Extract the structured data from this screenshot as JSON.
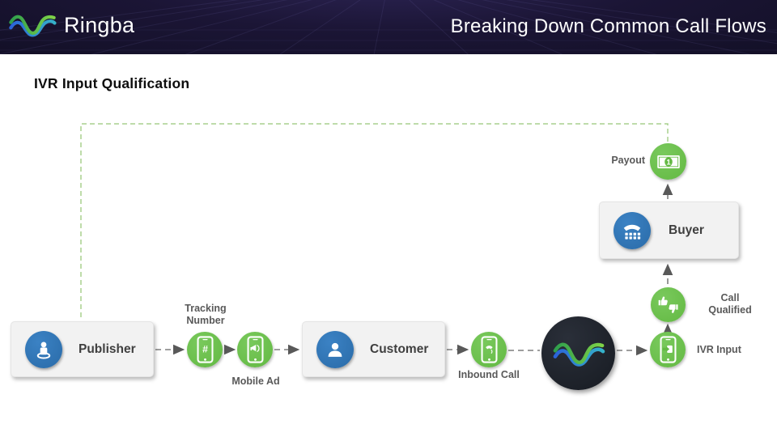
{
  "header": {
    "brand": "Ringba",
    "title": "Breaking Down Common Call Flows"
  },
  "page": {
    "heading": "IVR Input Qualification"
  },
  "colors": {
    "node_green": "#6CBF4B",
    "node_blue": "#2E75B6",
    "box_bg": "#F2F2F2",
    "connector_gray": "#7F7F7F",
    "arrowhead_gray": "#595959",
    "loop_green": "#A9D18E",
    "header_bg": "#1B1535",
    "hub_dark": "#1E222B",
    "label_gray": "#595959"
  },
  "nodes": {
    "publisher": {
      "label": "Publisher",
      "icon": "person-pin-icon"
    },
    "tracking_number": {
      "label": "Tracking Number",
      "icon": "phone-hash-icon",
      "screen_glyph": "#"
    },
    "mobile_ad": {
      "label": "Mobile Ad",
      "icon": "phone-megaphone-icon"
    },
    "customer": {
      "label": "Customer",
      "icon": "user-icon"
    },
    "inbound_call": {
      "label": "Inbound Call",
      "icon": "phone-call-icon"
    },
    "ringba_hub": {
      "icon": "ringba-wave-icon"
    },
    "ivr_input": {
      "label": "IVR Input",
      "icon": "phone-signin-icon"
    },
    "call_qualified": {
      "label": "Call Qualified",
      "icon": "thumbs-up-down-icon"
    },
    "buyer": {
      "label": "Buyer",
      "icon": "desk-phone-icon"
    },
    "payout": {
      "label": "Payout",
      "icon": "money-bill-icon",
      "bill_glyph": "1"
    }
  }
}
